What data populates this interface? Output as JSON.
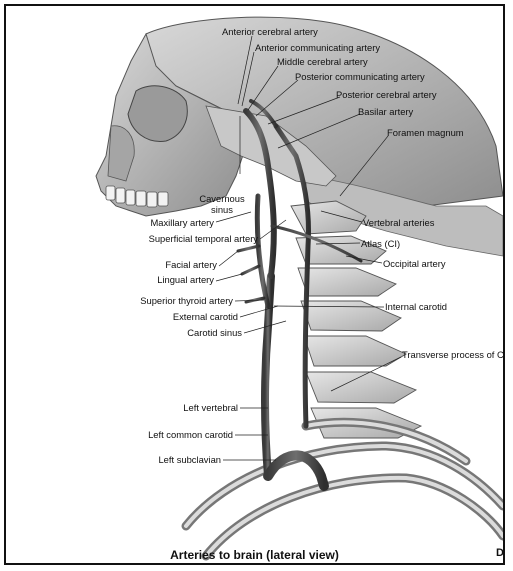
{
  "labels": {
    "anterior_cerebral": "Anterior cerebral artery",
    "anterior_communicating": "Anterior communicating artery",
    "middle_cerebral": "Middle cerebral artery",
    "posterior_communicating": "Posterior communicating artery",
    "posterior_cerebral": "Posterior cerebral artery",
    "basilar": "Basilar artery",
    "foramen_magnum": "Foramen magnum",
    "cavernous_sinus": "Cavernous\nsinus",
    "maxillary": "Maxillary artery",
    "superficial_temporal": "Superficial temporal artery",
    "vertebral_arteries": "Vertebral arteries",
    "atlas": "Atlas (CI)",
    "occipital": "Occipital artery",
    "facial": "Facial artery",
    "lingual": "Lingual artery",
    "superior_thyroid": "Superior thyroid artery",
    "internal_carotid": "Internal carotid",
    "external_carotid": "External carotid",
    "carotid_sinus": "Carotid sinus",
    "transverse_process": "Transverse process of CVI",
    "left_vertebral": "Left vertebral",
    "left_common_carotid": "Left common carotid",
    "left_subclavian": "Left subclavian"
  },
  "caption": "Arteries to brain (lateral view)",
  "edge_mark": "D"
}
